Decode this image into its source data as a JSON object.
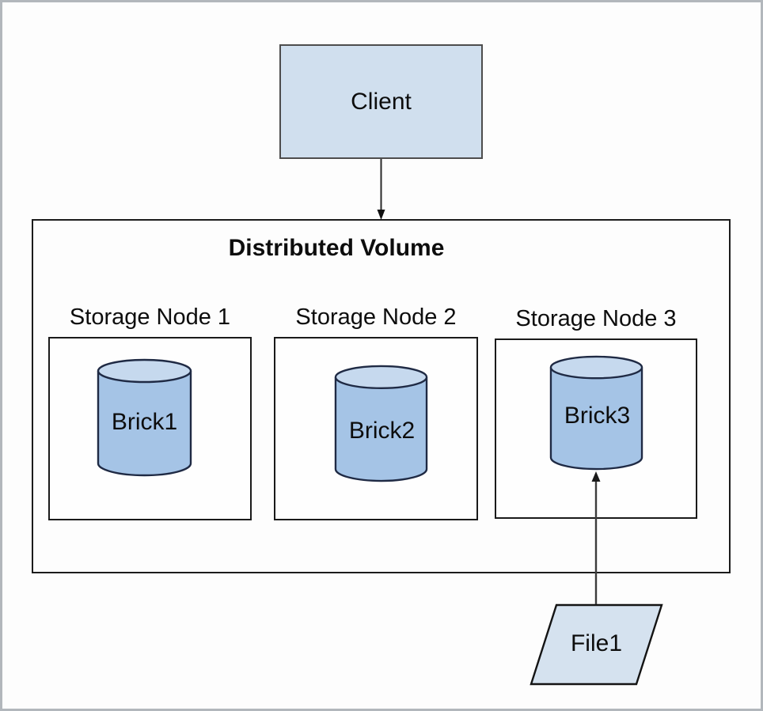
{
  "diagram": {
    "title": "Distributed Volume",
    "client": {
      "label": "Client"
    },
    "nodes": [
      {
        "label": "Storage Node 1",
        "brick": "Brick1"
      },
      {
        "label": "Storage Node 2",
        "brick": "Brick2"
      },
      {
        "label": "Storage Node 3",
        "brick": "Brick3"
      }
    ],
    "file": {
      "label": "File1"
    },
    "connections": [
      {
        "from": "Client",
        "to": "Distributed Volume",
        "direction": "down"
      },
      {
        "from": "File1",
        "to": "Brick3",
        "direction": "up"
      }
    ],
    "icons": {
      "brick": "database-cylinder-icon",
      "file": "parallelogram-shape"
    },
    "colors": {
      "client_fill": "#d0dfee",
      "file_fill": "#d5e2ef",
      "cylinder_body": "#a5c4e6",
      "cylinder_top": "#c6d9ee",
      "cylinder_stroke": "#1f2a44",
      "box_stroke": "#1a1a1a",
      "arrow": "#3d3d3d",
      "background": "#fdfdfd",
      "outer_border": "#b2b7bc"
    }
  }
}
